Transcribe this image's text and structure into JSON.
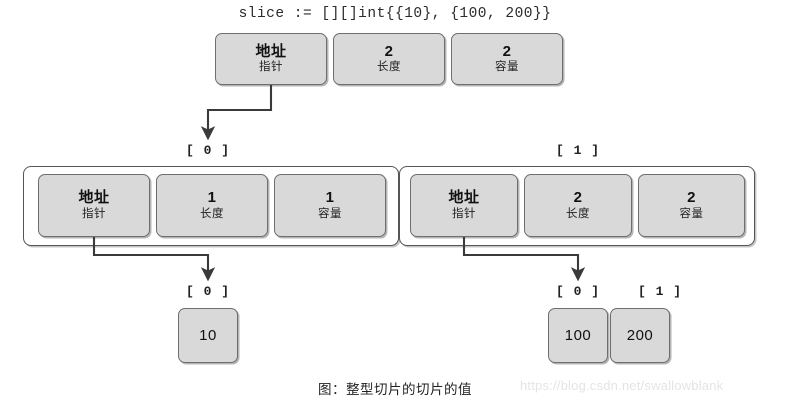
{
  "code": {
    "text": "slice := [][]int{{10}, {100, 200}}"
  },
  "top_slice": {
    "pointer": {
      "main": "地址",
      "sub": "指针"
    },
    "length": {
      "main": "2",
      "sub": "长度"
    },
    "capacity": {
      "main": "2",
      "sub": "容量"
    }
  },
  "elements": [
    {
      "index_label": "[ 0 ]",
      "pointer": {
        "main": "地址",
        "sub": "指针"
      },
      "length": {
        "main": "1",
        "sub": "长度"
      },
      "capacity": {
        "main": "1",
        "sub": "容量"
      },
      "values": [
        {
          "index_label": "[ 0 ]",
          "value": "10"
        }
      ]
    },
    {
      "index_label": "[ 1 ]",
      "pointer": {
        "main": "地址",
        "sub": "指针"
      },
      "length": {
        "main": "2",
        "sub": "长度"
      },
      "capacity": {
        "main": "2",
        "sub": "容量"
      },
      "values": [
        {
          "index_label": "[ 0 ]",
          "value": "100"
        },
        {
          "index_label": "[ 1 ]",
          "value": "200"
        }
      ]
    }
  ],
  "caption": {
    "text": "图：整型切片的切片的值"
  },
  "watermark": {
    "text": "https://blog.csdn.net/swallowblank"
  },
  "colors": {
    "cell_fill": "#d9d9d9",
    "cell_border": "#6e6e6e",
    "container_border": "#555555",
    "arrow": "#3a3a3a",
    "background": "#ffffff",
    "watermark": "#e4e4e4"
  }
}
